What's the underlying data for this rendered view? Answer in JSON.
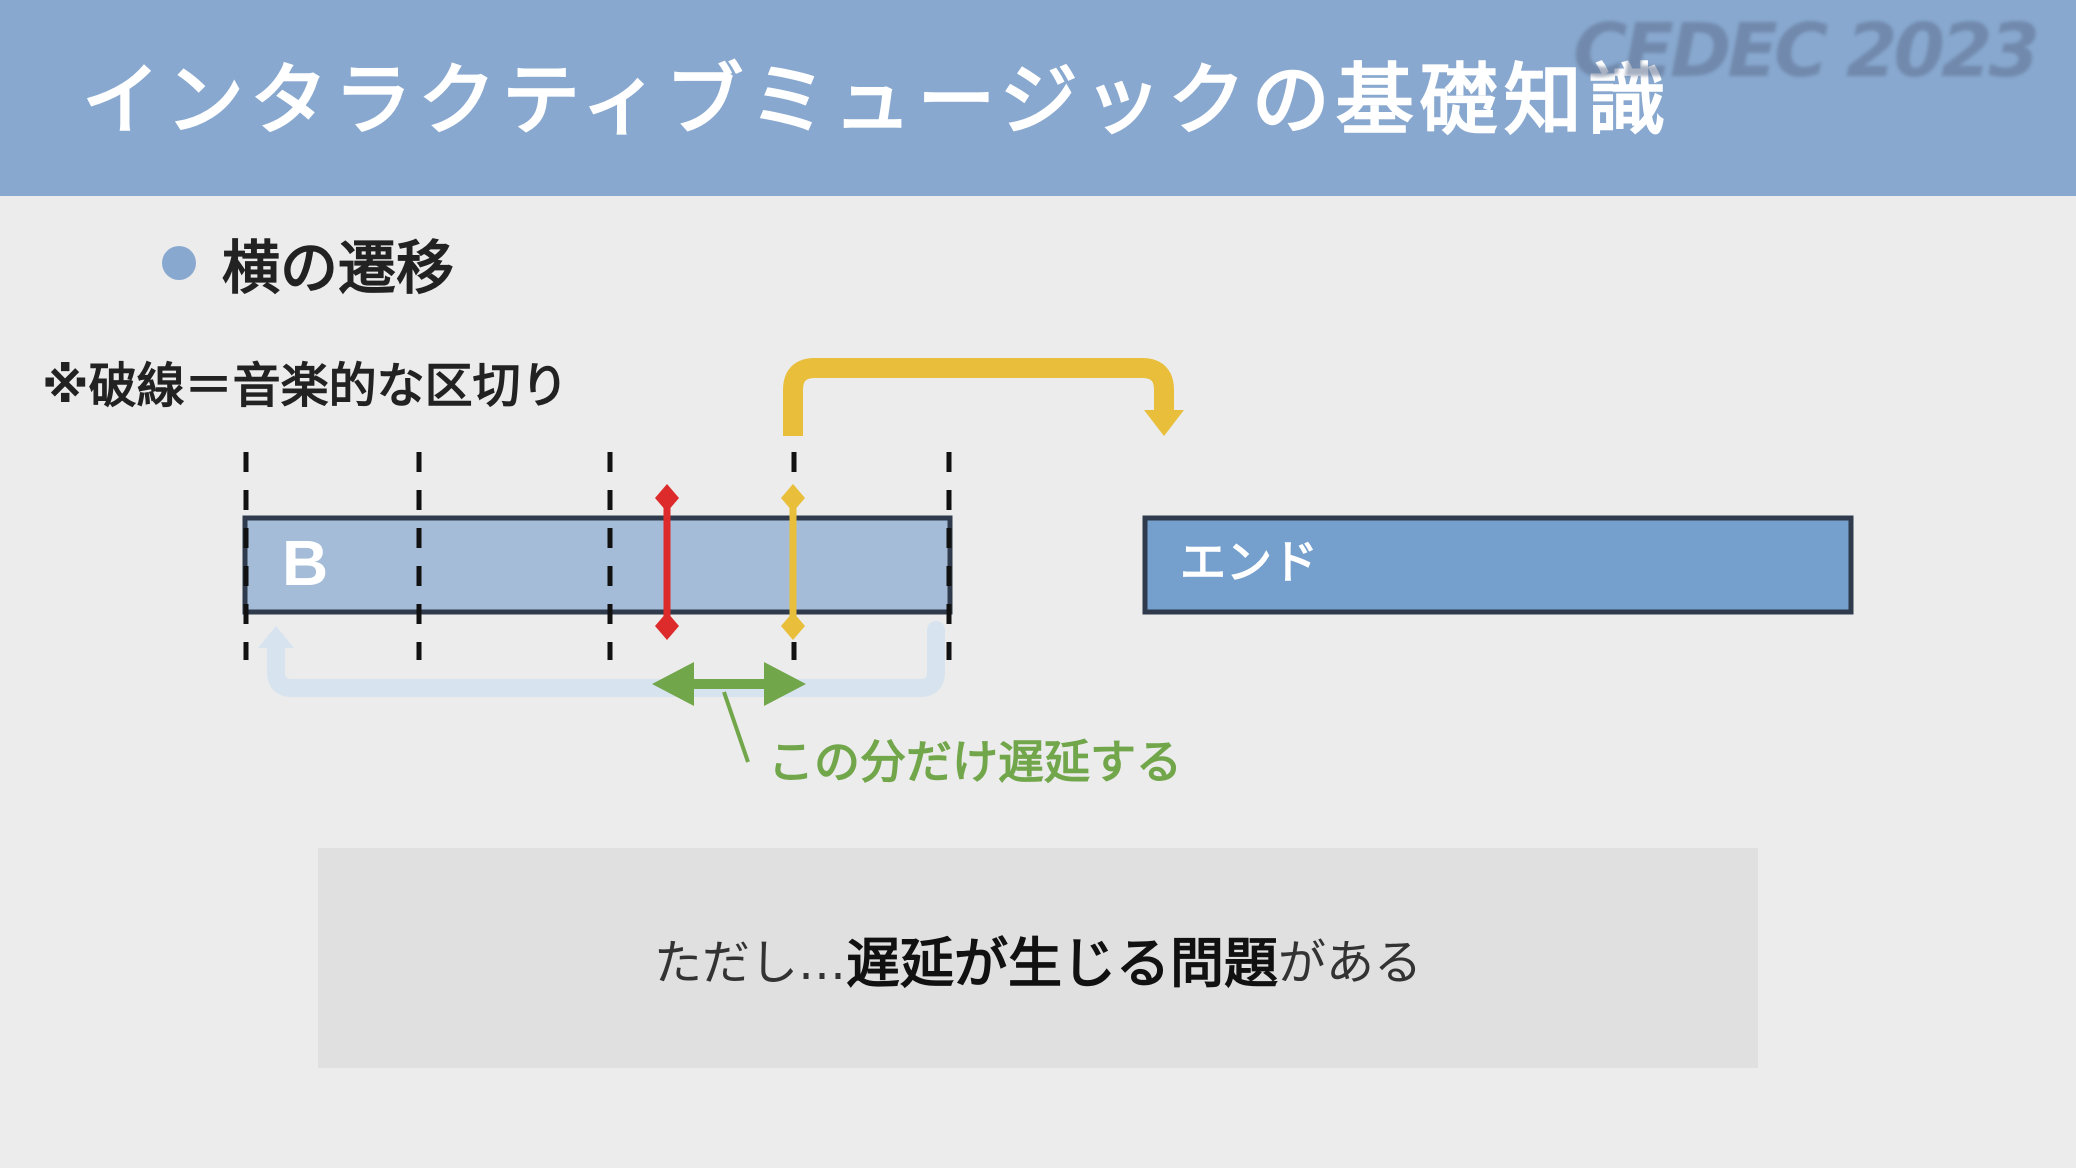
{
  "header": {
    "title": "インタラクティブミュージックの基礎知識",
    "logo": "CEDEC 2023"
  },
  "bullet": {
    "text": "横の遷移"
  },
  "note": "※破線＝音楽的な区切り",
  "diagram": {
    "block_b_label": "B",
    "block_end_label": "エンド",
    "delay_label": "この分だけ遅延する",
    "colors": {
      "block_b_fill": "#a4bcd8",
      "block_end_fill": "#759fcd",
      "block_border": "#2f3b4c",
      "red_marker": "#dd2b2b",
      "yellow_marker": "#e8be3a",
      "green_arrow": "#72a64b",
      "loop_arrow": "#d7e3ee"
    }
  },
  "callout": {
    "prefix": "ただし…",
    "emphasis": "遅延が生じる問題",
    "suffix": "がある"
  }
}
